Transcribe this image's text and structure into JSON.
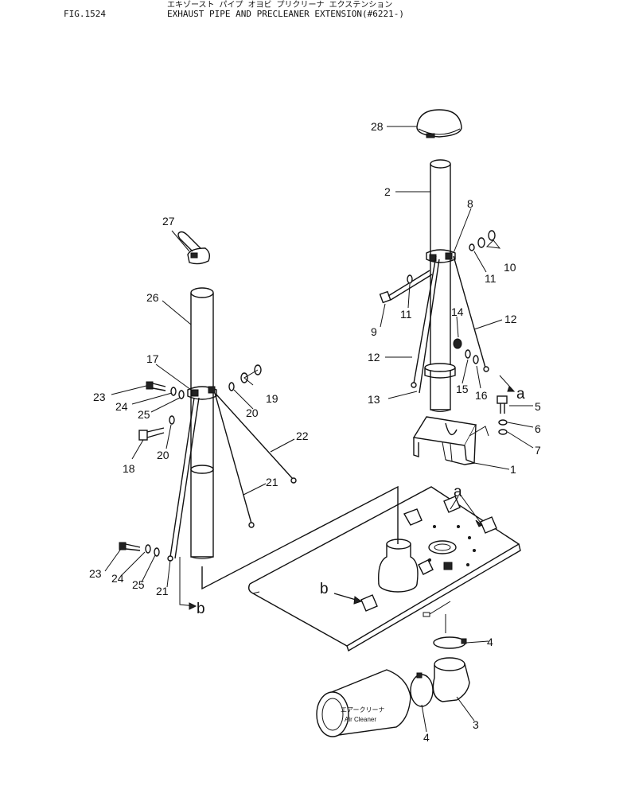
{
  "header": {
    "title_jp": "エキゾースト パイプ オヨビ プリクリーナ エクステンション",
    "fig": "FIG.1524",
    "title_en": "EXHAUST PIPE AND PRECLEANER EXTENSION(#6221-)"
  },
  "callouts": [
    {
      "id": "c28",
      "label": "28"
    },
    {
      "id": "c2",
      "label": "2"
    },
    {
      "id": "c8",
      "label": "8"
    },
    {
      "id": "c10",
      "label": "10"
    },
    {
      "id": "c11a",
      "label": "11"
    },
    {
      "id": "c11b",
      "label": "11"
    },
    {
      "id": "c9",
      "label": "9"
    },
    {
      "id": "c14",
      "label": "14"
    },
    {
      "id": "c12a",
      "label": "12"
    },
    {
      "id": "c12b",
      "label": "12"
    },
    {
      "id": "c15",
      "label": "15"
    },
    {
      "id": "c16",
      "label": "16"
    },
    {
      "id": "c13",
      "label": "13"
    },
    {
      "id": "ca1",
      "label": "a"
    },
    {
      "id": "c5",
      "label": "5"
    },
    {
      "id": "c6",
      "label": "6"
    },
    {
      "id": "c7",
      "label": "7"
    },
    {
      "id": "c1",
      "label": "1"
    },
    {
      "id": "ca2",
      "label": "a"
    },
    {
      "id": "c27",
      "label": "27"
    },
    {
      "id": "c26",
      "label": "26"
    },
    {
      "id": "c17",
      "label": "17"
    },
    {
      "id": "c19",
      "label": "19"
    },
    {
      "id": "c23a",
      "label": "23"
    },
    {
      "id": "c24a",
      "label": "24"
    },
    {
      "id": "c25a",
      "label": "25"
    },
    {
      "id": "c20a",
      "label": "20"
    },
    {
      "id": "c18",
      "label": "18"
    },
    {
      "id": "c20b",
      "label": "20"
    },
    {
      "id": "c22",
      "label": "22"
    },
    {
      "id": "c21a",
      "label": "21"
    },
    {
      "id": "c23b",
      "label": "23"
    },
    {
      "id": "c24b",
      "label": "24"
    },
    {
      "id": "c25b",
      "label": "25"
    },
    {
      "id": "c21b",
      "label": "21"
    },
    {
      "id": "cb1",
      "label": "b"
    },
    {
      "id": "cb2",
      "label": "b"
    },
    {
      "id": "c4a",
      "label": "4"
    },
    {
      "id": "c3",
      "label": "3"
    },
    {
      "id": "c4b",
      "label": "4"
    }
  ],
  "air_cleaner": {
    "jp": "エアークリーナ",
    "en": "Air Cleaner"
  }
}
